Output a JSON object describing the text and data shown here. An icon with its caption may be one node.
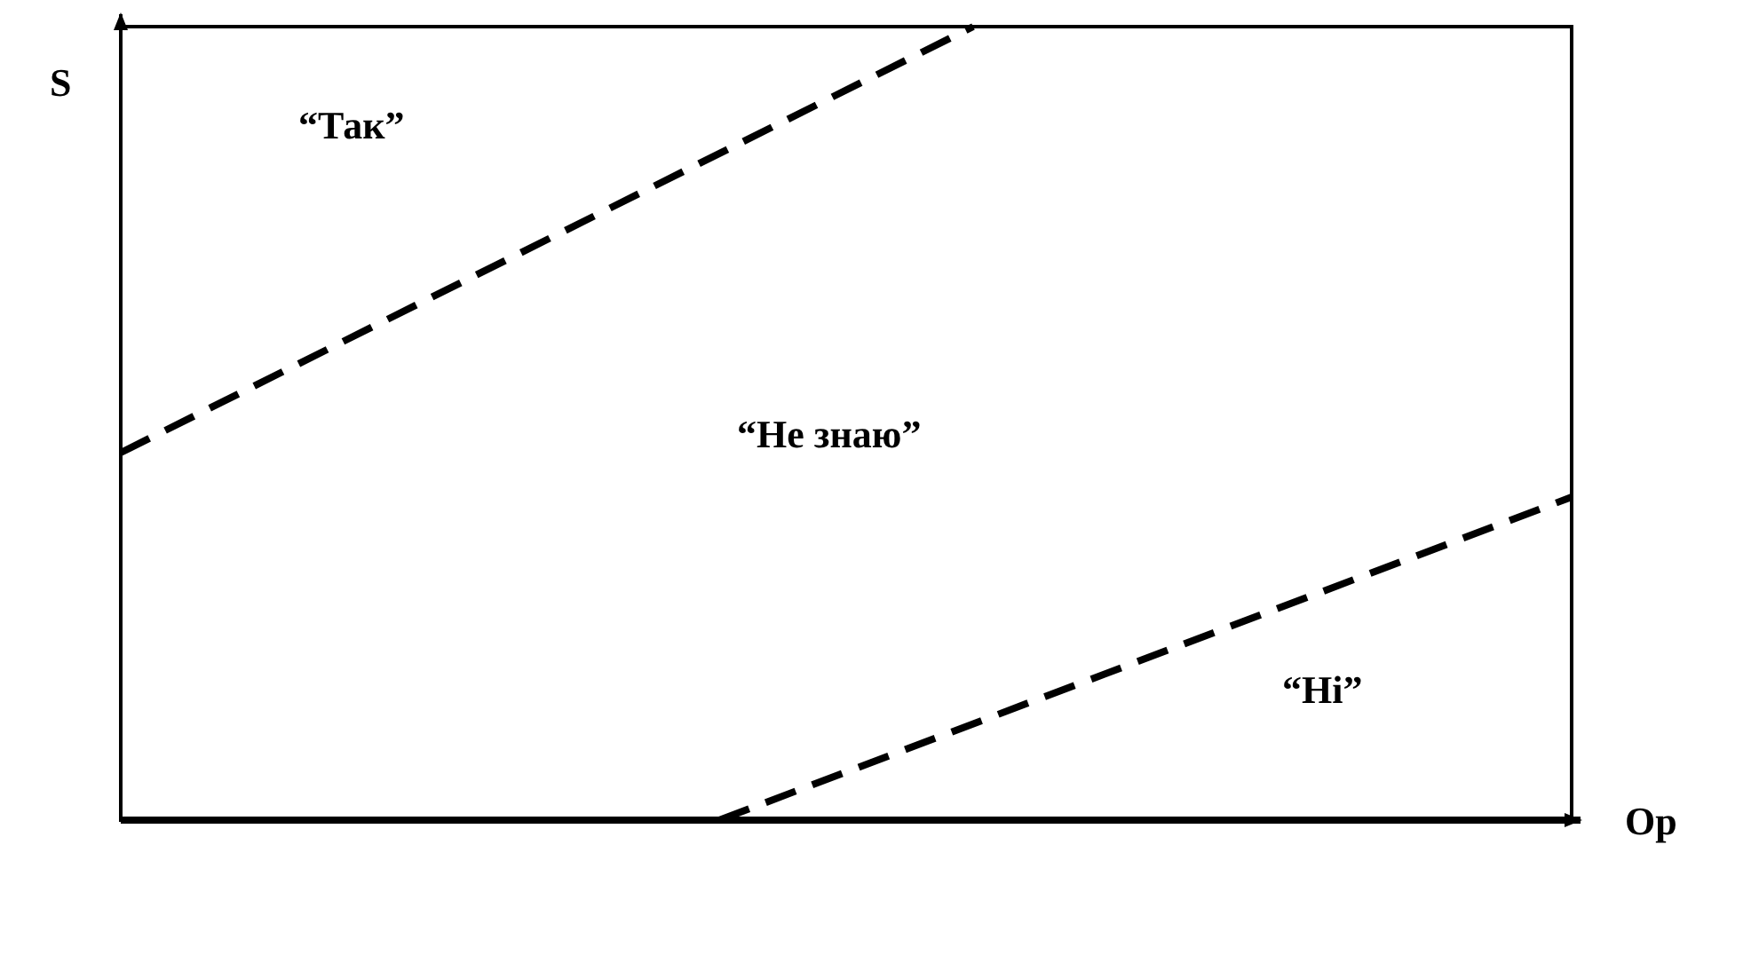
{
  "diagram": {
    "labels": [
      "S",
      "“Так”",
      "“Не знаю”",
      "“Ні”",
      "Op"
    ]
  }
}
